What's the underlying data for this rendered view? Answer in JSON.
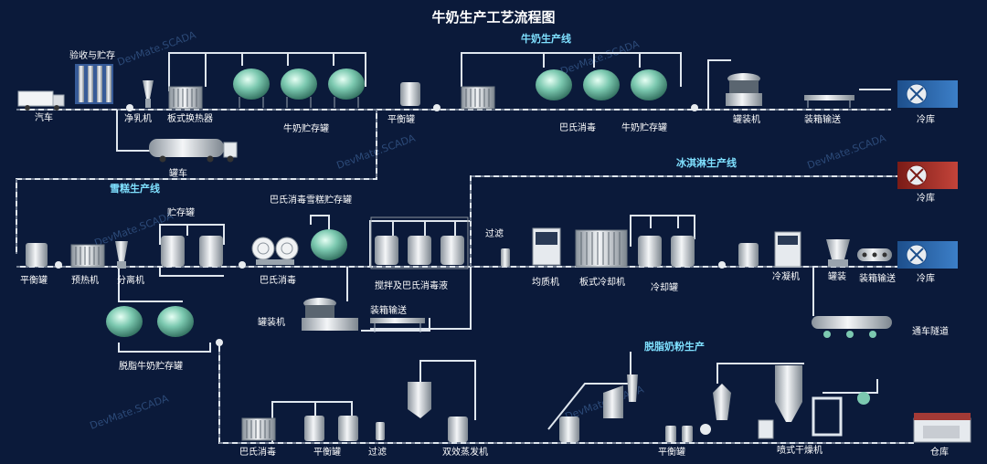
{
  "title": "牛奶生产工艺流程图",
  "watermark": "DevMate.SCADA",
  "lines": {
    "milk": "牛奶生产线",
    "cake": "雪糕生产线",
    "ice": "冰淇淋生产线",
    "powder": "脱脂奶粉生产"
  },
  "labels": {
    "truck": "汽车",
    "receive": "验收与贮存",
    "purifier": "净乳机",
    "plate_hx": "板式换热器",
    "milk_storage1": "牛奶贮存罐",
    "tanker": "罐车",
    "balance1": "平衡罐",
    "pasteur1": "巴氏消毒",
    "milk_storage2": "牛奶贮存罐",
    "filler1": "罐装机",
    "conveyor1": "装箱输送",
    "cold1": "冷库",
    "cold2": "冷库",
    "balance2": "平衡罐",
    "preheat": "预热机",
    "separator": "分离机",
    "storage_tank": "贮存罐",
    "cake_storage": "巴氏消毒雪糕贮存罐",
    "pasteur2": "巴氏消毒",
    "mixing": "搅拌及巴氏消毒液",
    "filler2": "罐装机",
    "conveyor2": "装箱输送",
    "skim_storage": "脱脂牛奶贮存罐",
    "filter1": "过滤",
    "homogenizer": "均质机",
    "plate_cooler": "板式冷却机",
    "cool_tank": "冷却罐",
    "condenser": "冷凝机",
    "canning": "罐装",
    "conveyor3": "装箱输送",
    "cold3": "冷库",
    "tunnel": "通车隧道",
    "pasteur3": "巴氏消毒",
    "balance3": "平衡罐",
    "filter2": "过滤",
    "evaporator": "双效蒸发机",
    "balance4": "平衡罐",
    "spray_dryer": "喷式干燥机",
    "warehouse": "仓库"
  },
  "colors": {
    "background": "#0b1a3a",
    "pipe": "#dfe6ee",
    "section_label": "#7fe0ff",
    "cold_store_blue": "#2e6bb0",
    "cold_store_red": "#b0302a"
  }
}
